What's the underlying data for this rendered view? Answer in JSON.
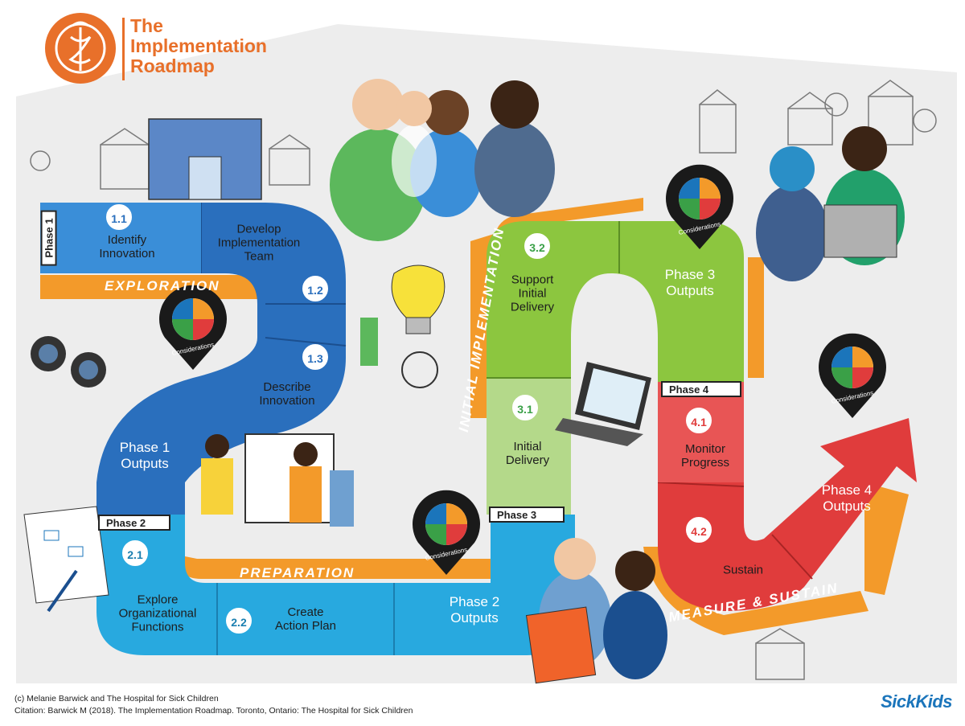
{
  "header": {
    "title_line1": "The",
    "title_line2": "Implementation",
    "title_line3": "Roadmap"
  },
  "phases": {
    "p1": "Phase 1",
    "p2": "Phase 2",
    "p3": "Phase 3",
    "p4": "Phase 4"
  },
  "stages": {
    "exploration": "EXPLORATION",
    "preparation": "PREPARATION",
    "initial_implementation": "INITIAL IMPLEMENTATION",
    "measure_sustain": "MEASURE & SUSTAIN"
  },
  "steps": [
    {
      "num": "1.1",
      "label": "Identify\nInnovation"
    },
    {
      "num": "1.2",
      "label": "Develop\nImplementation\nTeam"
    },
    {
      "num": "1.3",
      "label": "Describe\nInnovation"
    },
    {
      "num": "2.1",
      "label": "Explore\nOrganizational\nFunctions"
    },
    {
      "num": "2.2",
      "label": "Create\nAction Plan"
    },
    {
      "num": "3.1",
      "label": "Initial\nDelivery"
    },
    {
      "num": "3.2",
      "label": "Support\nInitial\nDelivery"
    },
    {
      "num": "4.1",
      "label": "Monitor\nProgress"
    },
    {
      "num": "4.2",
      "label": "Sustain"
    }
  ],
  "outputs": {
    "p1": "Phase 1\nOutputs",
    "p2": "Phase 2\nOutputs",
    "p3": "Phase 3\nOutputs",
    "p4": "Phase 4\nOutputs"
  },
  "considerations_label": "Considerations",
  "footer": {
    "copyright": "(c) Melanie Barwick and The Hospital for Sick Children",
    "citation": "Citation: Barwick M (2018). The Implementation Roadmap. Toronto, Ontario: The Hospital for Sick Children"
  },
  "brand": "SickKids",
  "colors": {
    "brand_orange": "#e8702a",
    "phase1_blue": "#2a6fbd",
    "phase2_cyan": "#28a9df",
    "phase3_green": "#8cc63f",
    "phase4_red": "#e03c3c"
  }
}
